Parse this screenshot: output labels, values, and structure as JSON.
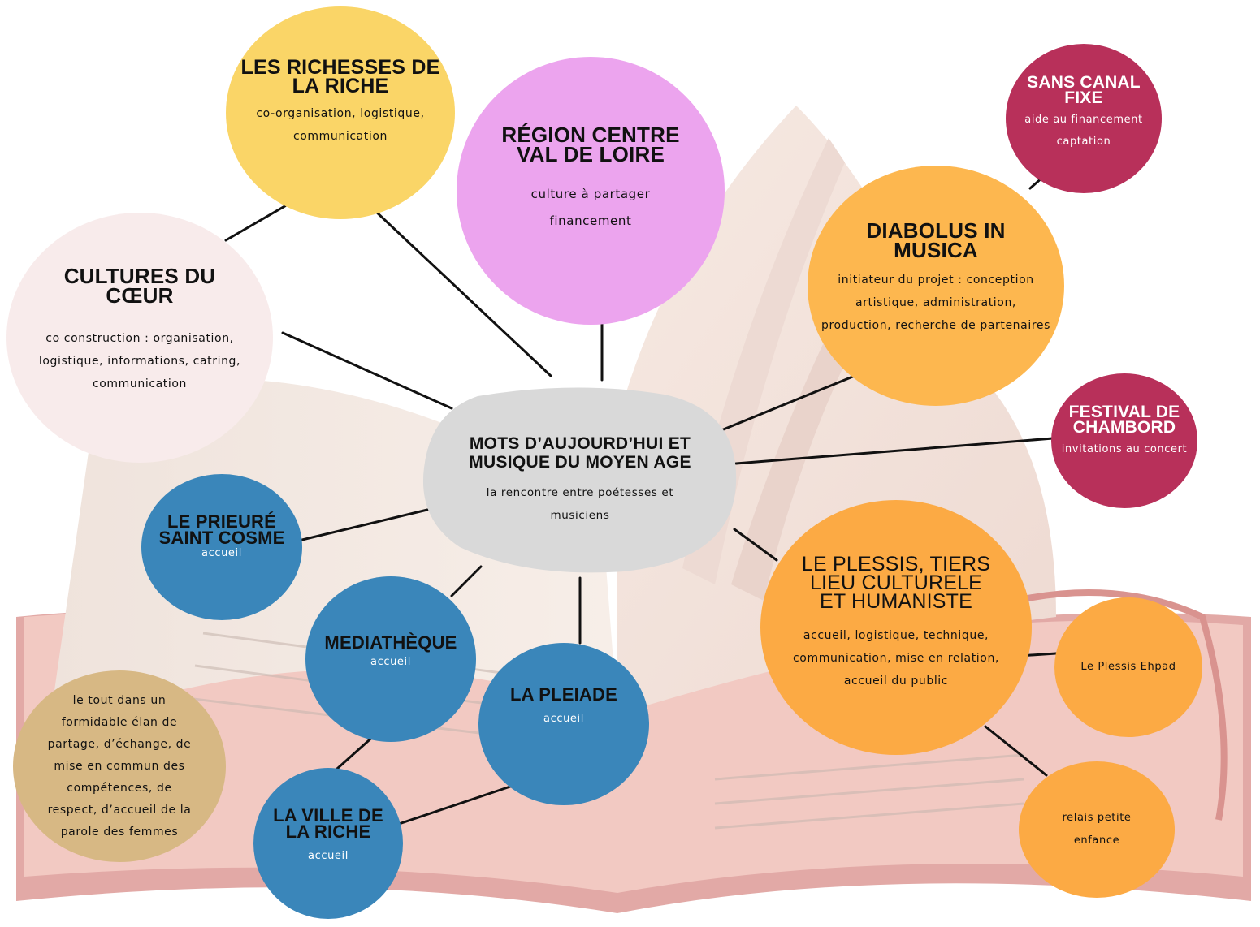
{
  "colors": {
    "yellow": "#fad567",
    "pink": "#eca4ee",
    "orange": "#fdb74f",
    "orange_deep": "#fcaa44",
    "crimson": "#b8305a",
    "blue": "#3a86ba",
    "tan": "#d7b884",
    "blush": "#f8ebeb",
    "grey": "#d9d9d9"
  },
  "center": {
    "title": "MOTS D’AUJOURD’HUI ET MUSIQUE DU MOYEN AGE",
    "desc": "la rencontre entre poétesses et musiciens"
  },
  "nodes": {
    "richesses": {
      "title": "LES RICHESSES DE LA RICHE",
      "desc": "co-organisation, logistique, communication"
    },
    "region": {
      "title": "RÉGION CENTRE VAL DE LOIRE",
      "desc1": "culture à partager",
      "desc2": "financement"
    },
    "sans_canal": {
      "title": "SANS CANAL FIXE",
      "desc1": "aide au financement",
      "desc2": "captation"
    },
    "diabolus": {
      "title": "DIABOLUS IN MUSICA",
      "desc": "initiateur du projet : conception artistique, administration, production, recherche de partenaires"
    },
    "cultures": {
      "title": "CULTURES DU CŒUR",
      "desc": "co construction : organisation, logistique, informations, catring, communication"
    },
    "festival": {
      "title": "FESTIVAL DE CHAMBORD",
      "desc": "invitations au concert"
    },
    "prieure": {
      "title": "LE PRIEURÉ SAINT COSME",
      "desc": "accueil"
    },
    "mediatheque": {
      "title": "MEDIATHÈQUE",
      "desc": "accueil"
    },
    "pleiade": {
      "title": "LA PLEIADE",
      "desc": "accueil"
    },
    "ville": {
      "title": "LA VILLE DE LA RICHE",
      "desc": "accueil"
    },
    "plessis": {
      "title": "LE PLESSIS, TIERS LIEU CULTURELE ET HUMANISTE",
      "desc": "accueil, logistique, technique, communication, mise en relation, accueil du public"
    },
    "ehpad": {
      "desc": "Le Plessis Ehpad"
    },
    "relais": {
      "desc": "relais petite enfance"
    },
    "tout": {
      "desc": "le tout dans un formidable élan de partage, d’échange, de mise en commun des compétences, de respect, d’accueil de la parole des femmes"
    }
  }
}
